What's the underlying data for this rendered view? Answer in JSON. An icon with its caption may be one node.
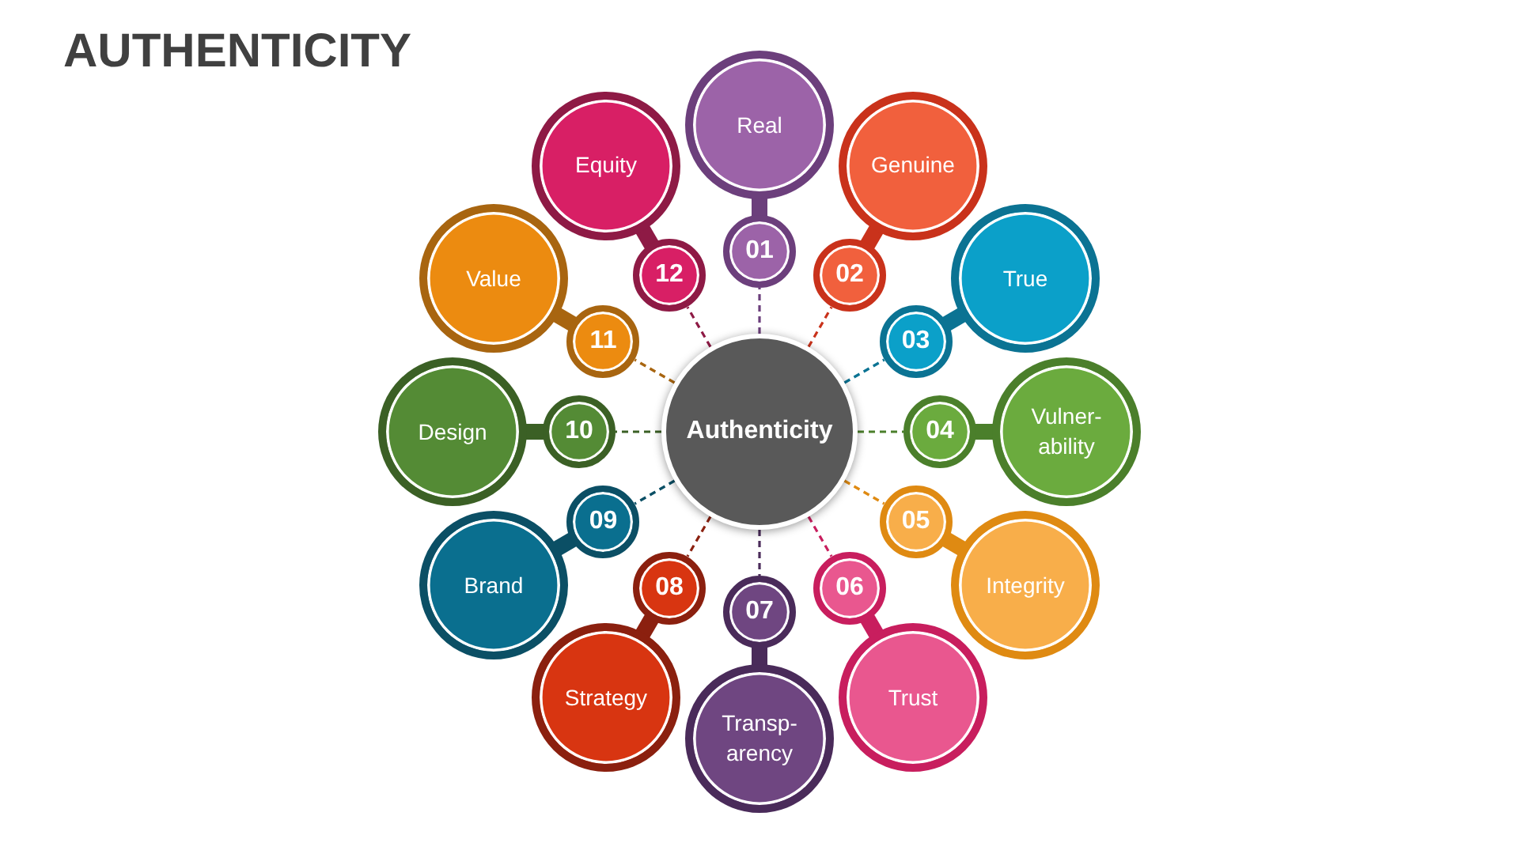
{
  "diagram": {
    "title": "AUTHENTICITY",
    "nodes": [
      {
        "text": [
          "Authenticity"
        ]
      },
      {
        "text": [
          "01"
        ]
      },
      {
        "text": [
          "Real"
        ]
      },
      {
        "text": [
          "02"
        ]
      },
      {
        "text": [
          "Genuine"
        ]
      },
      {
        "text": [
          "03"
        ]
      },
      {
        "text": [
          "True"
        ]
      },
      {
        "text": [
          "04"
        ]
      },
      {
        "text": [
          "Vulner- ability"
        ]
      },
      {
        "text": [
          "05"
        ]
      },
      {
        "text": [
          "Integrity"
        ]
      },
      {
        "text": [
          "06"
        ]
      },
      {
        "text": [
          "Trust"
        ]
      },
      {
        "text": [
          "07"
        ]
      },
      {
        "text": [
          "Transp- arency"
        ]
      },
      {
        "text": [
          "08"
        ]
      },
      {
        "text": [
          "Strategy"
        ]
      },
      {
        "text": [
          "09"
        ]
      },
      {
        "text": [
          "Brand"
        ]
      },
      {
        "text": [
          "10"
        ]
      },
      {
        "text": [
          "Design"
        ]
      },
      {
        "text": [
          "11"
        ]
      },
      {
        "text": [
          "Value"
        ]
      },
      {
        "text": [
          "12"
        ]
      },
      {
        "text": [
          "Equity"
        ]
      }
    ],
    "edges": [
      {
        "from": 0,
        "to": 1,
        "arrow": "none",
        "style": "dashed",
        "color": "#6c3f7c"
      },
      {
        "from": 1,
        "to": 2,
        "arrow": "none",
        "style": "thick",
        "color": "#6c3f7c"
      },
      {
        "from": 0,
        "to": 3,
        "arrow": "none",
        "style": "dashed",
        "color": "#c9321b"
      },
      {
        "from": 3,
        "to": 4,
        "arrow": "none",
        "style": "thick",
        "color": "#c9321b"
      },
      {
        "from": 0,
        "to": 5,
        "arrow": "none",
        "style": "dashed",
        "color": "#0b7393"
      },
      {
        "from": 5,
        "to": 6,
        "arrow": "none",
        "style": "thick",
        "color": "#0b7393"
      },
      {
        "from": 0,
        "to": 7,
        "arrow": "none",
        "style": "dashed",
        "color": "#4b7f2b"
      },
      {
        "from": 7,
        "to": 8,
        "arrow": "none",
        "style": "thick",
        "color": "#4b7f2b"
      },
      {
        "from": 0,
        "to": 9,
        "arrow": "none",
        "style": "dashed",
        "color": "#df8a12"
      },
      {
        "from": 9,
        "to": 10,
        "arrow": "none",
        "style": "thick",
        "color": "#df8a12"
      },
      {
        "from": 0,
        "to": 11,
        "arrow": "none",
        "style": "dashed",
        "color": "#c81e5e"
      },
      {
        "from": 11,
        "to": 12,
        "arrow": "none",
        "style": "thick",
        "color": "#c81e5e"
      },
      {
        "from": 0,
        "to": 13,
        "arrow": "none",
        "style": "dashed",
        "color": "#4a2b5a"
      },
      {
        "from": 13,
        "to": 14,
        "arrow": "none",
        "style": "thick",
        "color": "#4a2b5a"
      },
      {
        "from": 0,
        "to": 15,
        "arrow": "none",
        "style": "dashed",
        "color": "#8b200f"
      },
      {
        "from": 15,
        "to": 16,
        "arrow": "none",
        "style": "thick",
        "color": "#8b200f"
      },
      {
        "from": 0,
        "to": 17,
        "arrow": "none",
        "style": "dashed",
        "color": "#0b4f65"
      },
      {
        "from": 17,
        "to": 18,
        "arrow": "none",
        "style": "thick",
        "color": "#0b4f65"
      },
      {
        "from": 0,
        "to": 19,
        "arrow": "none",
        "style": "dashed",
        "color": "#3b6025"
      },
      {
        "from": 19,
        "to": 20,
        "arrow": "none",
        "style": "thick",
        "color": "#3b6025"
      },
      {
        "from": 0,
        "to": 21,
        "arrow": "none",
        "style": "dashed",
        "color": "#a86510"
      },
      {
        "from": 21,
        "to": 22,
        "arrow": "none",
        "style": "thick",
        "color": "#a86510"
      },
      {
        "from": 0,
        "to": 23,
        "arrow": "none",
        "style": "dashed",
        "color": "#8e1a45"
      },
      {
        "from": 23,
        "to": 24,
        "arrow": "none",
        "style": "thick",
        "color": "#8e1a45"
      }
    ]
  }
}
